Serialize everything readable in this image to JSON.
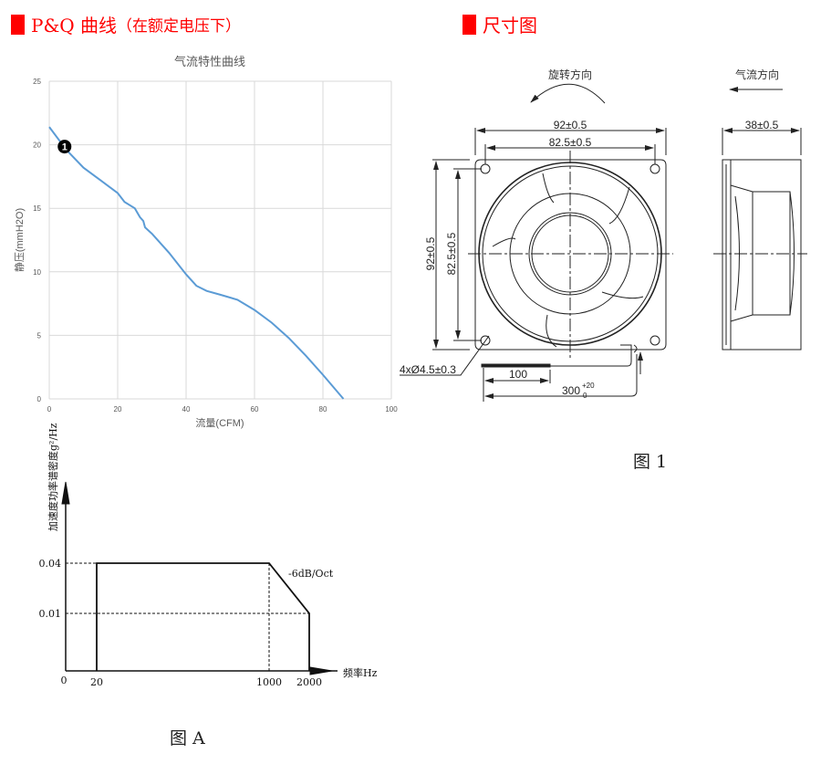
{
  "headers": {
    "pq_title": "P&Q 曲线",
    "pq_subtitle": "（在额定电压下）",
    "dim_title": "尺寸图"
  },
  "chart_data": {
    "type": "line",
    "title": "气流特性曲线",
    "xlabel": "流量(CFM)",
    "ylabel": "静压(mmH2O)",
    "xlim": [
      0,
      100
    ],
    "ylim": [
      0,
      25
    ],
    "xticks": [
      "0",
      "20",
      "40",
      "60",
      "80",
      "100"
    ],
    "yticks": [
      "0",
      "5",
      "10",
      "15",
      "20",
      "25"
    ],
    "grid": true,
    "series": [
      {
        "name": "1",
        "color": "#5b9bd5",
        "x": [
          0,
          5,
          10,
          15,
          20,
          22,
          25,
          26.5,
          27.5,
          28,
          30,
          35,
          40,
          43,
          46,
          50,
          55,
          60,
          65,
          70,
          75,
          80,
          86
        ],
        "y": [
          21.4,
          19.6,
          18.2,
          17.2,
          16.2,
          15.5,
          15.0,
          14.3,
          14.0,
          13.5,
          13.0,
          11.5,
          9.8,
          8.9,
          8.5,
          8.2,
          7.8,
          7.0,
          6.0,
          4.8,
          3.4,
          1.9,
          0
        ]
      }
    ],
    "annotations": [
      {
        "label": "1",
        "x": 5,
        "y": 20
      }
    ]
  },
  "drawing": {
    "rotation_label": "旋转方向",
    "airflow_label": "气流方向",
    "width_outer": "92±0.5",
    "width_inner": "82.5±0.5",
    "height_outer": "92±0.5",
    "height_inner": "82.5±0.5",
    "depth": "38±0.5",
    "holes": "4xØ4.5±0.3",
    "lead_strip": "100",
    "lead_length": "300",
    "lead_tol_upper": "+20",
    "lead_tol_lower": "0",
    "caption": "图 1"
  },
  "vibration": {
    "ylabel": "加速度功率谱密度g²/Hz",
    "xlabel": "频率Hz",
    "y_ticks": [
      "0.04",
      "0.01"
    ],
    "x_ticks": [
      "0",
      "20",
      "1000",
      "2000"
    ],
    "slope_label": "-6dB/Oct",
    "caption": "图 A",
    "levels": {
      "flat_g2hz": 0.04,
      "end_g2hz": 0.01,
      "f_start": 20,
      "f_knee": 1000,
      "f_end": 2000
    }
  }
}
